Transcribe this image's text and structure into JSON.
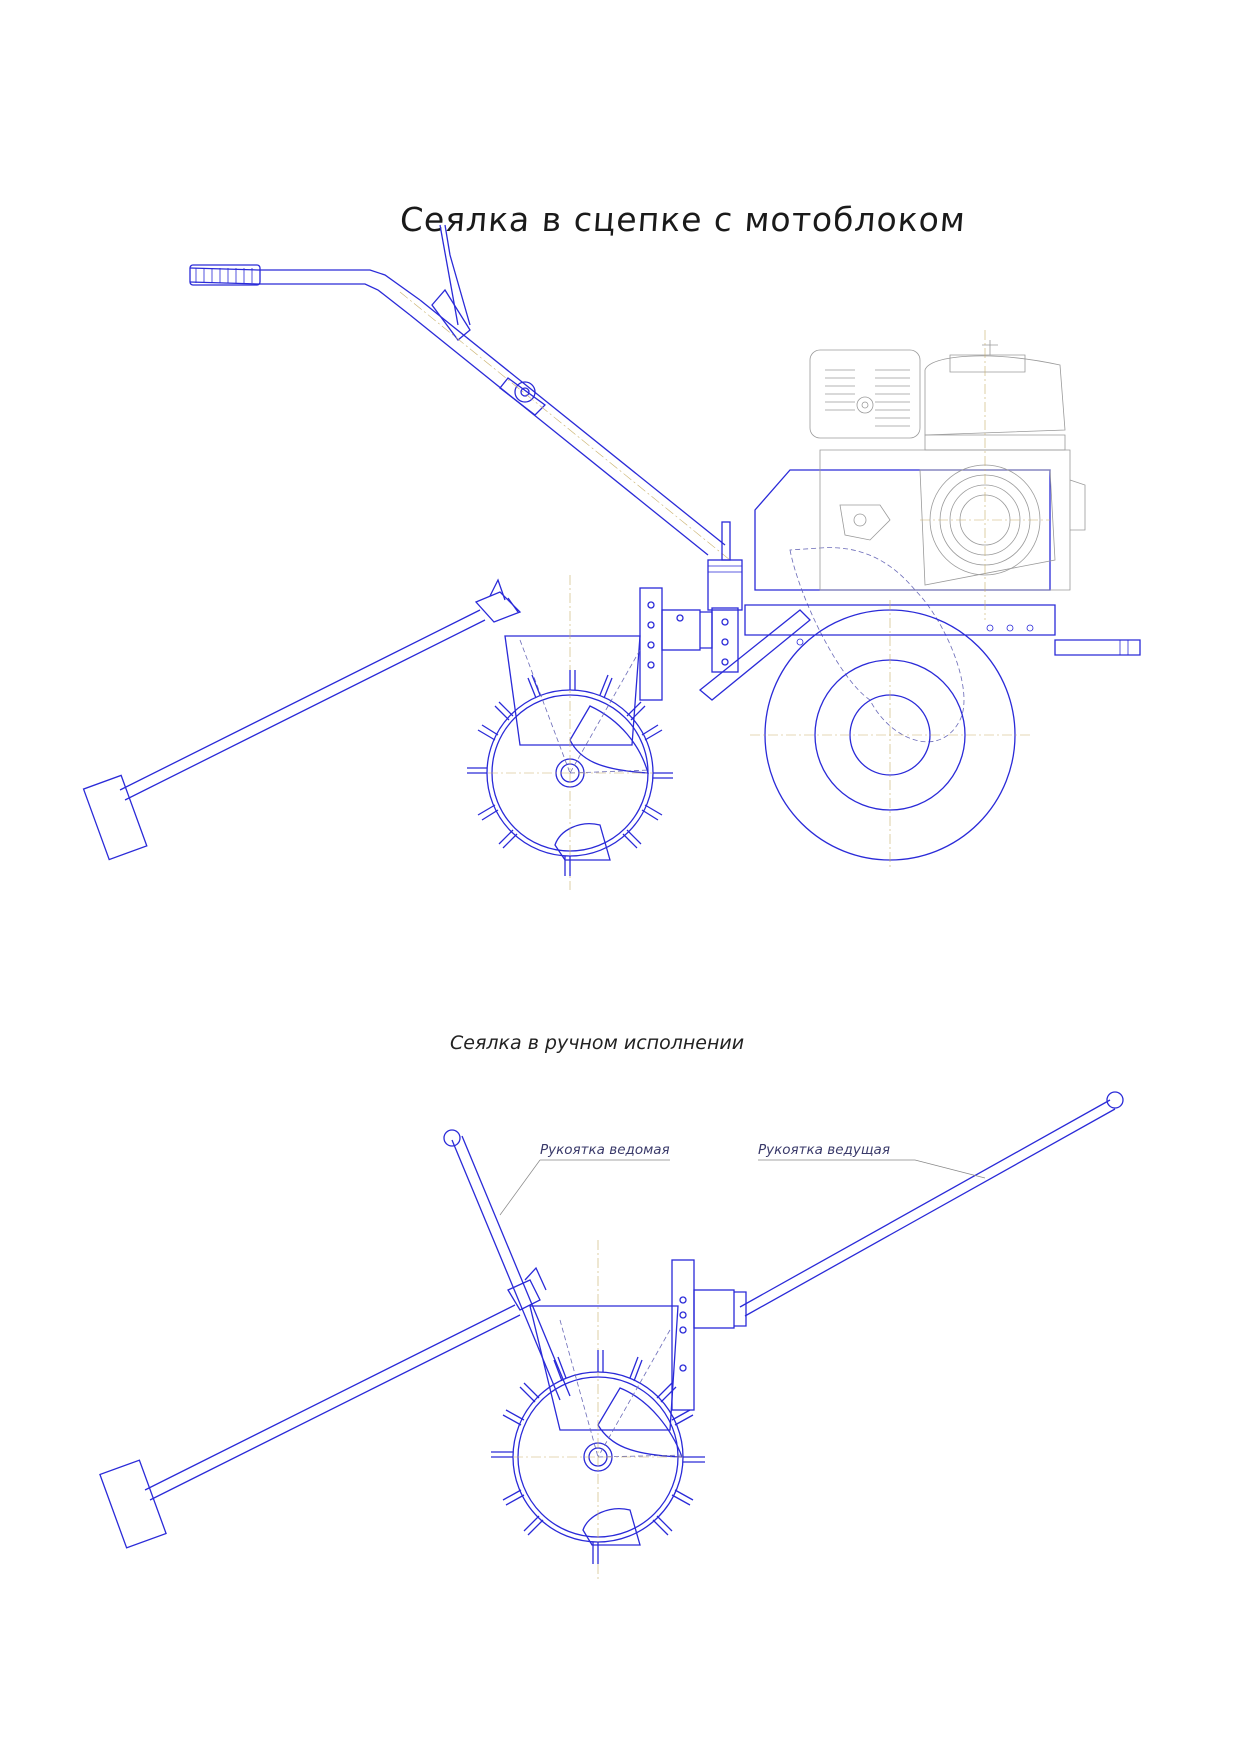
{
  "titles": {
    "main": "Сеялка в сцепке с мотоблоком",
    "manual": "Сеялка в ручном исполнении"
  },
  "callouts": {
    "driven_handle": "Рукоятка ведомая",
    "driving_handle": "Рукоятка ведущая"
  },
  "colors": {
    "drawing_lines": "#2a2ad8",
    "engine_lines": "#9a9a9a",
    "center_lines": "#c9b06a"
  }
}
